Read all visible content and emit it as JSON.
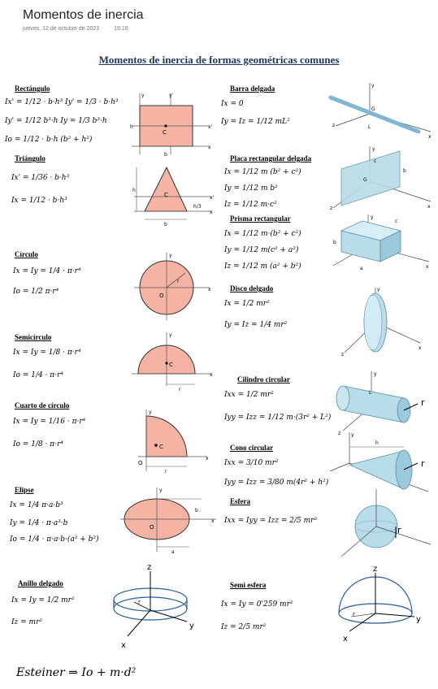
{
  "header": {
    "title": "Momentos de inercia",
    "date": "jueves, 12 de octubre de 2023",
    "time": "19:16"
  },
  "heading": "Momentos de inercia de formas geométricas comunes",
  "left_shapes": [
    {
      "name": "Rectángulo",
      "formulas": [
        "Ix' = 1/12 · b·h³    Iy' = 1/3 · b·h³",
        "Iy' = 1/12 b³·h    Iy = 1/3 b³·h",
        "Io = 1/12 · b·h (b² + h²)"
      ]
    },
    {
      "name": "Triángulo",
      "formulas": [
        "Ix' = 1/36 · b·h³",
        "Ix = 1/12 · b·h³"
      ]
    },
    {
      "name": "Círculo",
      "formulas": [
        "Ix = Iy = 1/4 · π·r⁴",
        "Io = 1/2 π·r⁴"
      ]
    },
    {
      "name": "Semicírculo",
      "formulas": [
        "Ix = Iy = 1/8 · π·r⁴",
        "Io = 1/4 · π·r⁴"
      ]
    },
    {
      "name": "Cuarto de círculo",
      "formulas": [
        "Ix = Iy = 1/16 · π·r⁴",
        "Io = 1/8 · π·r⁴"
      ]
    },
    {
      "name": "Elipse",
      "formulas": [
        "Ix = 1/4 π·a·b³",
        "Iy = 1/4 · π·a³·b",
        "Io = 1/4 · π·a·b·(a² + b²)"
      ]
    },
    {
      "name": "Anillo delgado",
      "formulas": [
        "Ix = Iy = 1/2 mr²",
        "Iz = mr²"
      ]
    }
  ],
  "right_shapes": [
    {
      "name": "Barra delgada",
      "formulas": [
        "Ix = 0",
        "Iy = Iz = 1/12 mL²"
      ]
    },
    {
      "name": "Placa rectangular delgada",
      "formulas": [
        "Ix = 1/12 m (b² + c²)",
        "Iy = 1/12 m b²",
        "Iz = 1/12 m·c²"
      ]
    },
    {
      "name": "Prisma rectangular",
      "formulas": [
        "Ix = 1/12 m·(b² + c²)",
        "Iy = 1/12 m(c² + a²)",
        "Iz = 1/12 m (a² + b²)"
      ]
    },
    {
      "name": "Disco delgado",
      "formulas": [
        "Ix = 1/2 mr²",
        "Iy = Iz = 1/4 mr²"
      ]
    },
    {
      "name": "Cilindro circular",
      "formulas": [
        "Ixx = 1/2 mr²",
        "Iyy = Izz = 1/12 m·(3r² + L²)"
      ]
    },
    {
      "name": "Cono circular",
      "formulas": [
        "Ixx = 3/10 mr²",
        "Iyy = Izz = 3/80 m(4r² + h²)"
      ]
    },
    {
      "name": "Esfera",
      "formulas": [
        "Ixx = Iyy = Izz = 2/5 mr²"
      ]
    },
    {
      "name": "Semi esfera",
      "formulas": [
        "Ix = Iy = 0'259 mr²",
        "Iz = 2/5 mr²"
      ]
    }
  ],
  "footer": "Esteiner ⇒ Io + m·d²",
  "colors": {
    "fill": "#f4b3a3",
    "solid": "#b8dce8",
    "heading": "#1f3864"
  }
}
